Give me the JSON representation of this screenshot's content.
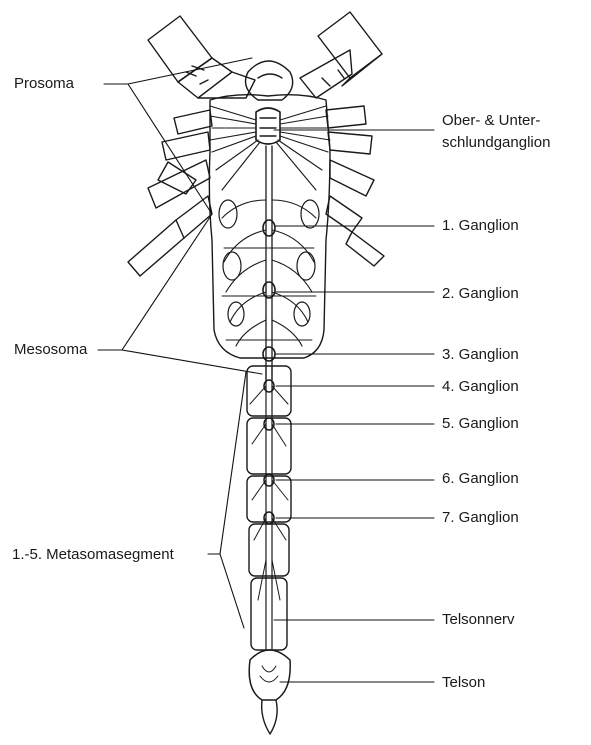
{
  "labels": {
    "prosoma": "Prosoma",
    "ober_unter_line1": "Ober- & Unter-",
    "ober_unter_line2": "schlundganglion",
    "ganglion1": "1. Ganglion",
    "ganglion2": "2. Ganglion",
    "mesosoma": "Mesosoma",
    "ganglion3": "3. Ganglion",
    "ganglion4": "4. Ganglion",
    "ganglion5": "5. Ganglion",
    "ganglion6": "6. Ganglion",
    "ganglion7": "7. Ganglion",
    "metasoma": "1.-5. Metasomasegment",
    "telsonnerv": "Telsonnerv",
    "telson": "Telson"
  },
  "colors": {
    "ink": "#1a1a1a",
    "paper": "#ffffff"
  }
}
